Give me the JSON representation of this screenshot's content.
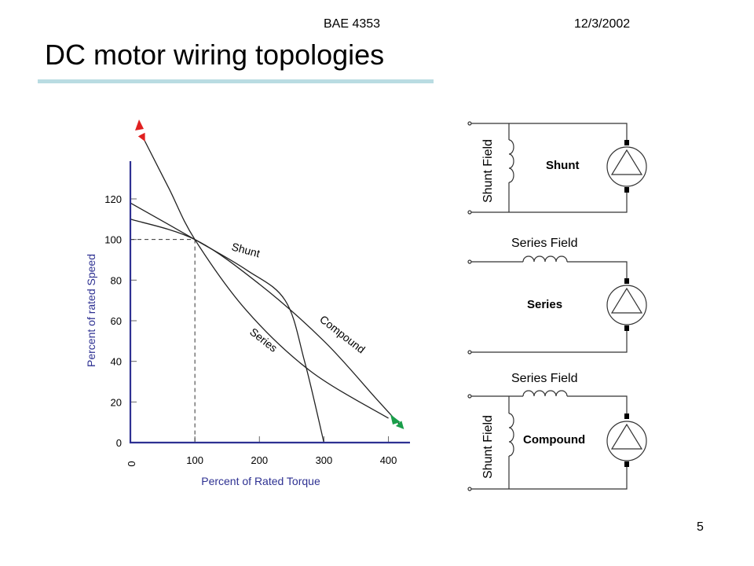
{
  "header": {
    "course": "BAE 4353",
    "date": "12/3/2002"
  },
  "slide": {
    "title": "DC motor wiring topologies",
    "page_number": "5"
  },
  "chart_data": {
    "type": "line",
    "xlabel": "Percent of Rated Torque",
    "ylabel": "Percent of rated Speed",
    "x_ticks": [
      "0",
      "100",
      "200",
      "300",
      "400"
    ],
    "y_ticks": [
      "0",
      "20",
      "40",
      "60",
      "80",
      "100",
      "120"
    ],
    "xlim": [
      0,
      450
    ],
    "ylim": [
      0,
      140
    ],
    "series": [
      {
        "name": "Shunt",
        "points": [
          [
            0,
            118
          ],
          [
            100,
            100
          ],
          [
            180,
            85
          ],
          [
            240,
            70
          ],
          [
            270,
            40
          ],
          [
            300,
            0
          ]
        ]
      },
      {
        "name": "Compound",
        "points": [
          [
            0,
            110
          ],
          [
            100,
            100
          ],
          [
            200,
            78
          ],
          [
            300,
            50
          ],
          [
            380,
            22
          ],
          [
            420,
            8
          ]
        ]
      },
      {
        "name": "Series",
        "points": [
          [
            20,
            150
          ],
          [
            60,
            125
          ],
          [
            100,
            100
          ],
          [
            180,
            65
          ],
          [
            280,
            35
          ],
          [
            400,
            12
          ]
        ]
      }
    ],
    "reference": {
      "x": 100,
      "y": 100
    },
    "arrow_colors": {
      "series": "#e02020",
      "compound": "#1a9e4a"
    },
    "axis_color": "#2e3192"
  },
  "schematics": [
    {
      "name": "Shunt",
      "field_label": "Shunt Field"
    },
    {
      "name": "Series",
      "field_label": "Series Field"
    },
    {
      "name": "Compound",
      "series_field_label": "Series Field",
      "shunt_field_label": "Shunt Field"
    }
  ]
}
